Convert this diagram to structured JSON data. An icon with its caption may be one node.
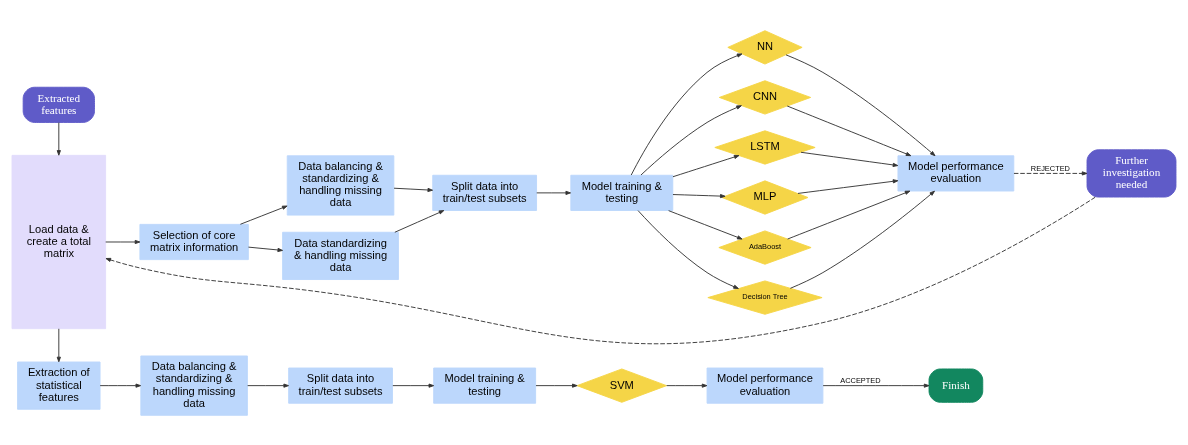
{
  "diagram": {
    "nodes": [
      {
        "text": [
          "Extracted features"
        ]
      },
      {
        "text": [
          "Load data & create a total matrix"
        ]
      },
      {
        "text": [
          "Selection of core matrix information"
        ]
      },
      {
        "text": [
          "Data balancing & standardizing & handling missing data"
        ]
      },
      {
        "text": [
          "Data standardizing & handling missing data"
        ]
      },
      {
        "text": [
          "Split data into train/test subsets"
        ]
      },
      {
        "text": [
          "Model training & testing"
        ]
      },
      {
        "text": [
          "NN"
        ]
      },
      {
        "text": [
          "CNN"
        ]
      },
      {
        "text": [
          "LSTM"
        ]
      },
      {
        "text": [
          "MLP"
        ]
      },
      {
        "text": [
          "AdaBoost"
        ]
      },
      {
        "text": [
          "Decision Tree"
        ]
      },
      {
        "text": [
          "Model performance evaluation"
        ]
      },
      {
        "text": [
          "Further investigation needed"
        ]
      },
      {
        "text": [
          "Extraction of statistical features"
        ]
      },
      {
        "text": [
          "Data balancing & standardizing & handling missing data"
        ]
      },
      {
        "text": [
          "Split data into train/test subsets"
        ]
      },
      {
        "text": [
          "Model training & testing"
        ]
      },
      {
        "text": [
          "SVM"
        ]
      },
      {
        "text": [
          "Model performance evaluation"
        ]
      },
      {
        "text": [
          "Finish"
        ]
      }
    ],
    "edges": [
      {
        "from": 0,
        "to": 1,
        "arrow": "to"
      },
      {
        "from": 1,
        "to": 2,
        "arrow": "to"
      },
      {
        "from": 2,
        "to": 3,
        "arrow": "to"
      },
      {
        "from": 2,
        "to": 4,
        "arrow": "to"
      },
      {
        "from": 3,
        "to": 5,
        "arrow": "to"
      },
      {
        "from": 4,
        "to": 5,
        "arrow": "to"
      },
      {
        "from": 5,
        "to": 6,
        "arrow": "to"
      },
      {
        "from": 6,
        "to": 7,
        "arrow": "to"
      },
      {
        "from": 6,
        "to": 8,
        "arrow": "to"
      },
      {
        "from": 6,
        "to": 9,
        "arrow": "to"
      },
      {
        "from": 6,
        "to": 10,
        "arrow": "to"
      },
      {
        "from": 6,
        "to": 11,
        "arrow": "to"
      },
      {
        "from": 6,
        "to": 12,
        "arrow": "to"
      },
      {
        "from": 7,
        "to": 13,
        "arrow": "to"
      },
      {
        "from": 8,
        "to": 13,
        "arrow": "to"
      },
      {
        "from": 9,
        "to": 13,
        "arrow": "to"
      },
      {
        "from": 10,
        "to": 13,
        "arrow": "to"
      },
      {
        "from": 11,
        "to": 13,
        "arrow": "to"
      },
      {
        "from": 12,
        "to": 13,
        "arrow": "to"
      },
      {
        "from": 13,
        "to": 14,
        "arrow": "to",
        "label": "REJECTED",
        "style": "dashed"
      },
      {
        "from": 14,
        "to": 1,
        "arrow": "to",
        "style": "dashed"
      },
      {
        "from": 1,
        "to": 15,
        "arrow": "to"
      },
      {
        "from": 15,
        "to": 16,
        "arrow": "to"
      },
      {
        "from": 16,
        "to": 17,
        "arrow": "to"
      },
      {
        "from": 17,
        "to": 18,
        "arrow": "to"
      },
      {
        "from": 18,
        "to": 19,
        "arrow": "to"
      },
      {
        "from": 19,
        "to": 20,
        "arrow": "to"
      },
      {
        "from": 20,
        "to": 21,
        "arrow": "to",
        "label": "ACCEPTED"
      }
    ]
  }
}
